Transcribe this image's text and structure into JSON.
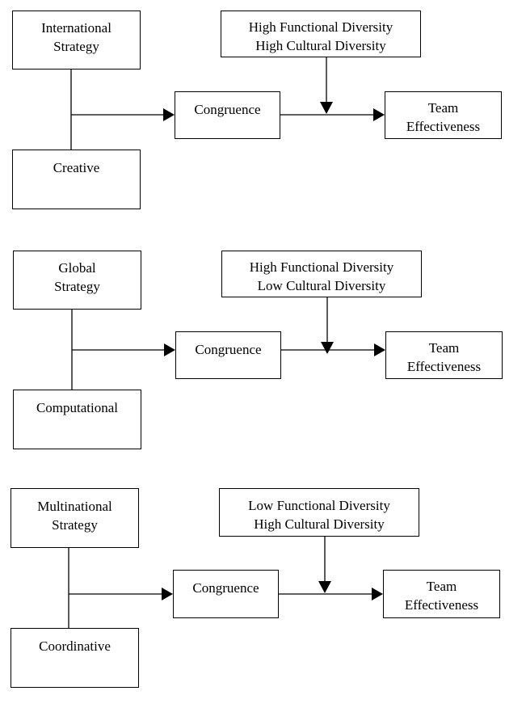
{
  "diagrams": [
    {
      "strategy": [
        "International",
        "Strategy"
      ],
      "style": "Creative",
      "moderator": [
        "High Functional Diversity",
        "High Cultural Diversity"
      ],
      "mediator": "Congruence",
      "outcome": [
        "Team",
        "Effectiveness"
      ]
    },
    {
      "strategy": [
        "Global",
        "Strategy"
      ],
      "style": "Computational",
      "moderator": [
        "High Functional Diversity",
        "Low Cultural Diversity"
      ],
      "mediator": "Congruence",
      "outcome": [
        "Team",
        "Effectiveness"
      ]
    },
    {
      "strategy": [
        "Multinational",
        "Strategy"
      ],
      "style": "Coordinative",
      "moderator": [
        "Low Functional Diversity",
        "High Cultural Diversity"
      ],
      "mediator": "Congruence",
      "outcome": [
        "Team",
        "Effectiveness"
      ]
    }
  ]
}
